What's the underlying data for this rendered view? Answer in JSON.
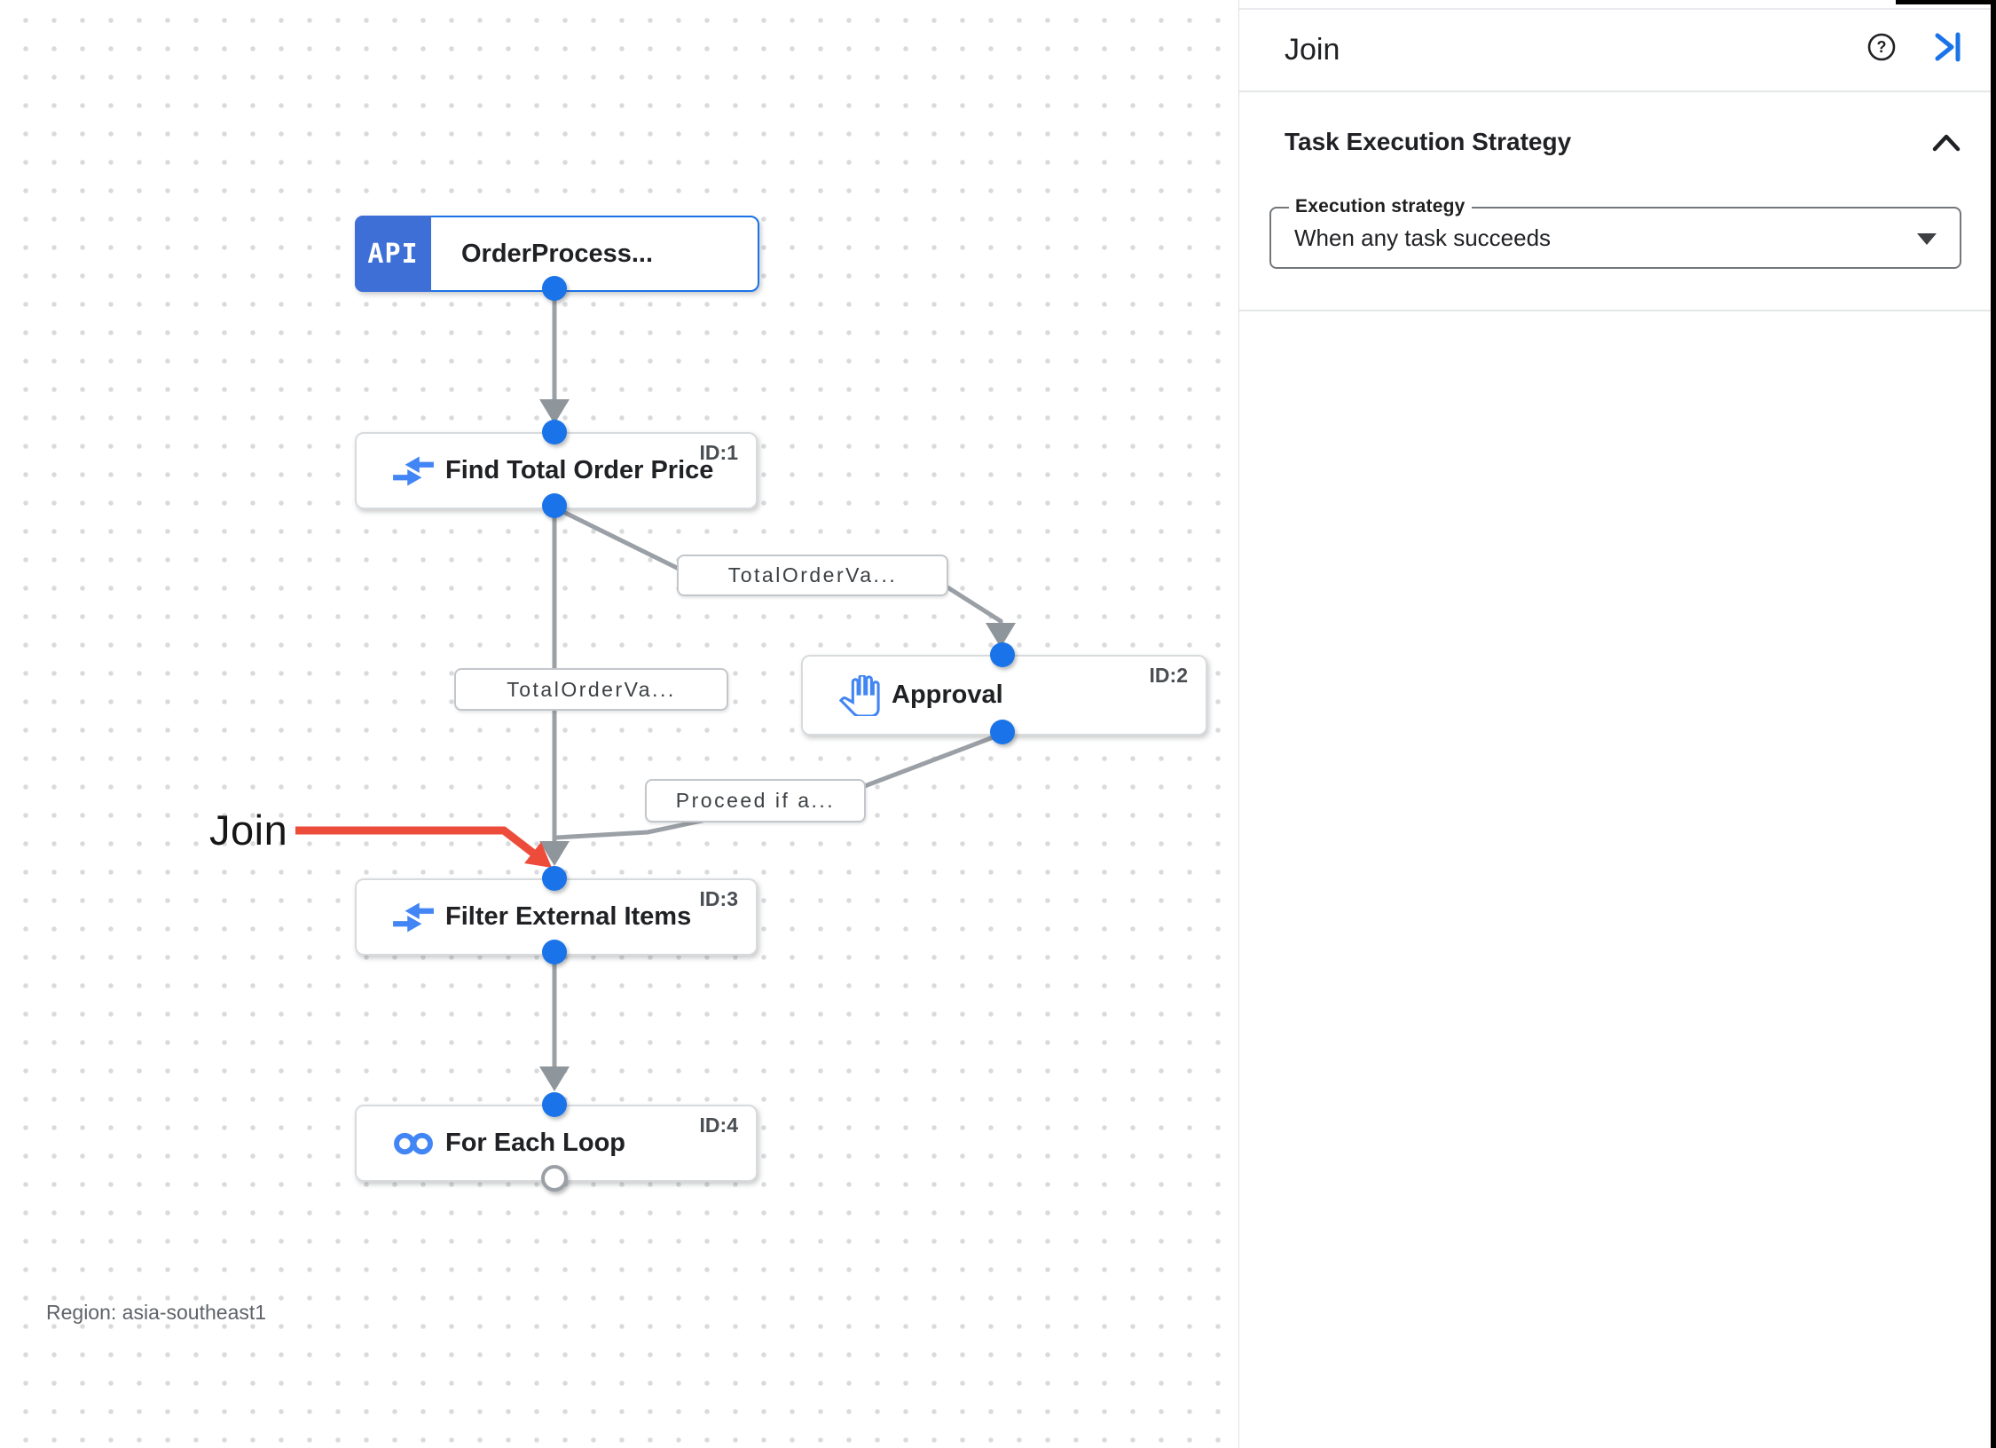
{
  "panel": {
    "title": "Join",
    "section_heading": "Task Execution Strategy",
    "field_label": "Execution strategy",
    "field_value": "When any task succeeds"
  },
  "canvas": {
    "region_label": "Region: asia-southeast1",
    "annotation_label": "Join",
    "trigger": {
      "badge": "API",
      "label": "OrderProcess..."
    },
    "nodes": {
      "find_total": {
        "label": "Find Total Order Price",
        "id": "ID:1"
      },
      "approval": {
        "label": "Approval",
        "id": "ID:2"
      },
      "filter_external": {
        "label": "Filter External Items",
        "id": "ID:3"
      },
      "for_each": {
        "label": "For Each Loop",
        "id": "ID:4"
      }
    },
    "edge_labels": {
      "to_approval": "TotalOrderVa...",
      "to_filter_direct": "TotalOrderVa...",
      "from_approval": "Proceed if a..."
    },
    "colors": {
      "accent_blue": "#1a73e8",
      "trigger_blue": "#3d6fd6",
      "icon_blue": "#4285f4",
      "edge_gray": "#9aa0a6",
      "annotation_red": "#ee4c3b",
      "dot_grid": "#d9dadc"
    }
  }
}
